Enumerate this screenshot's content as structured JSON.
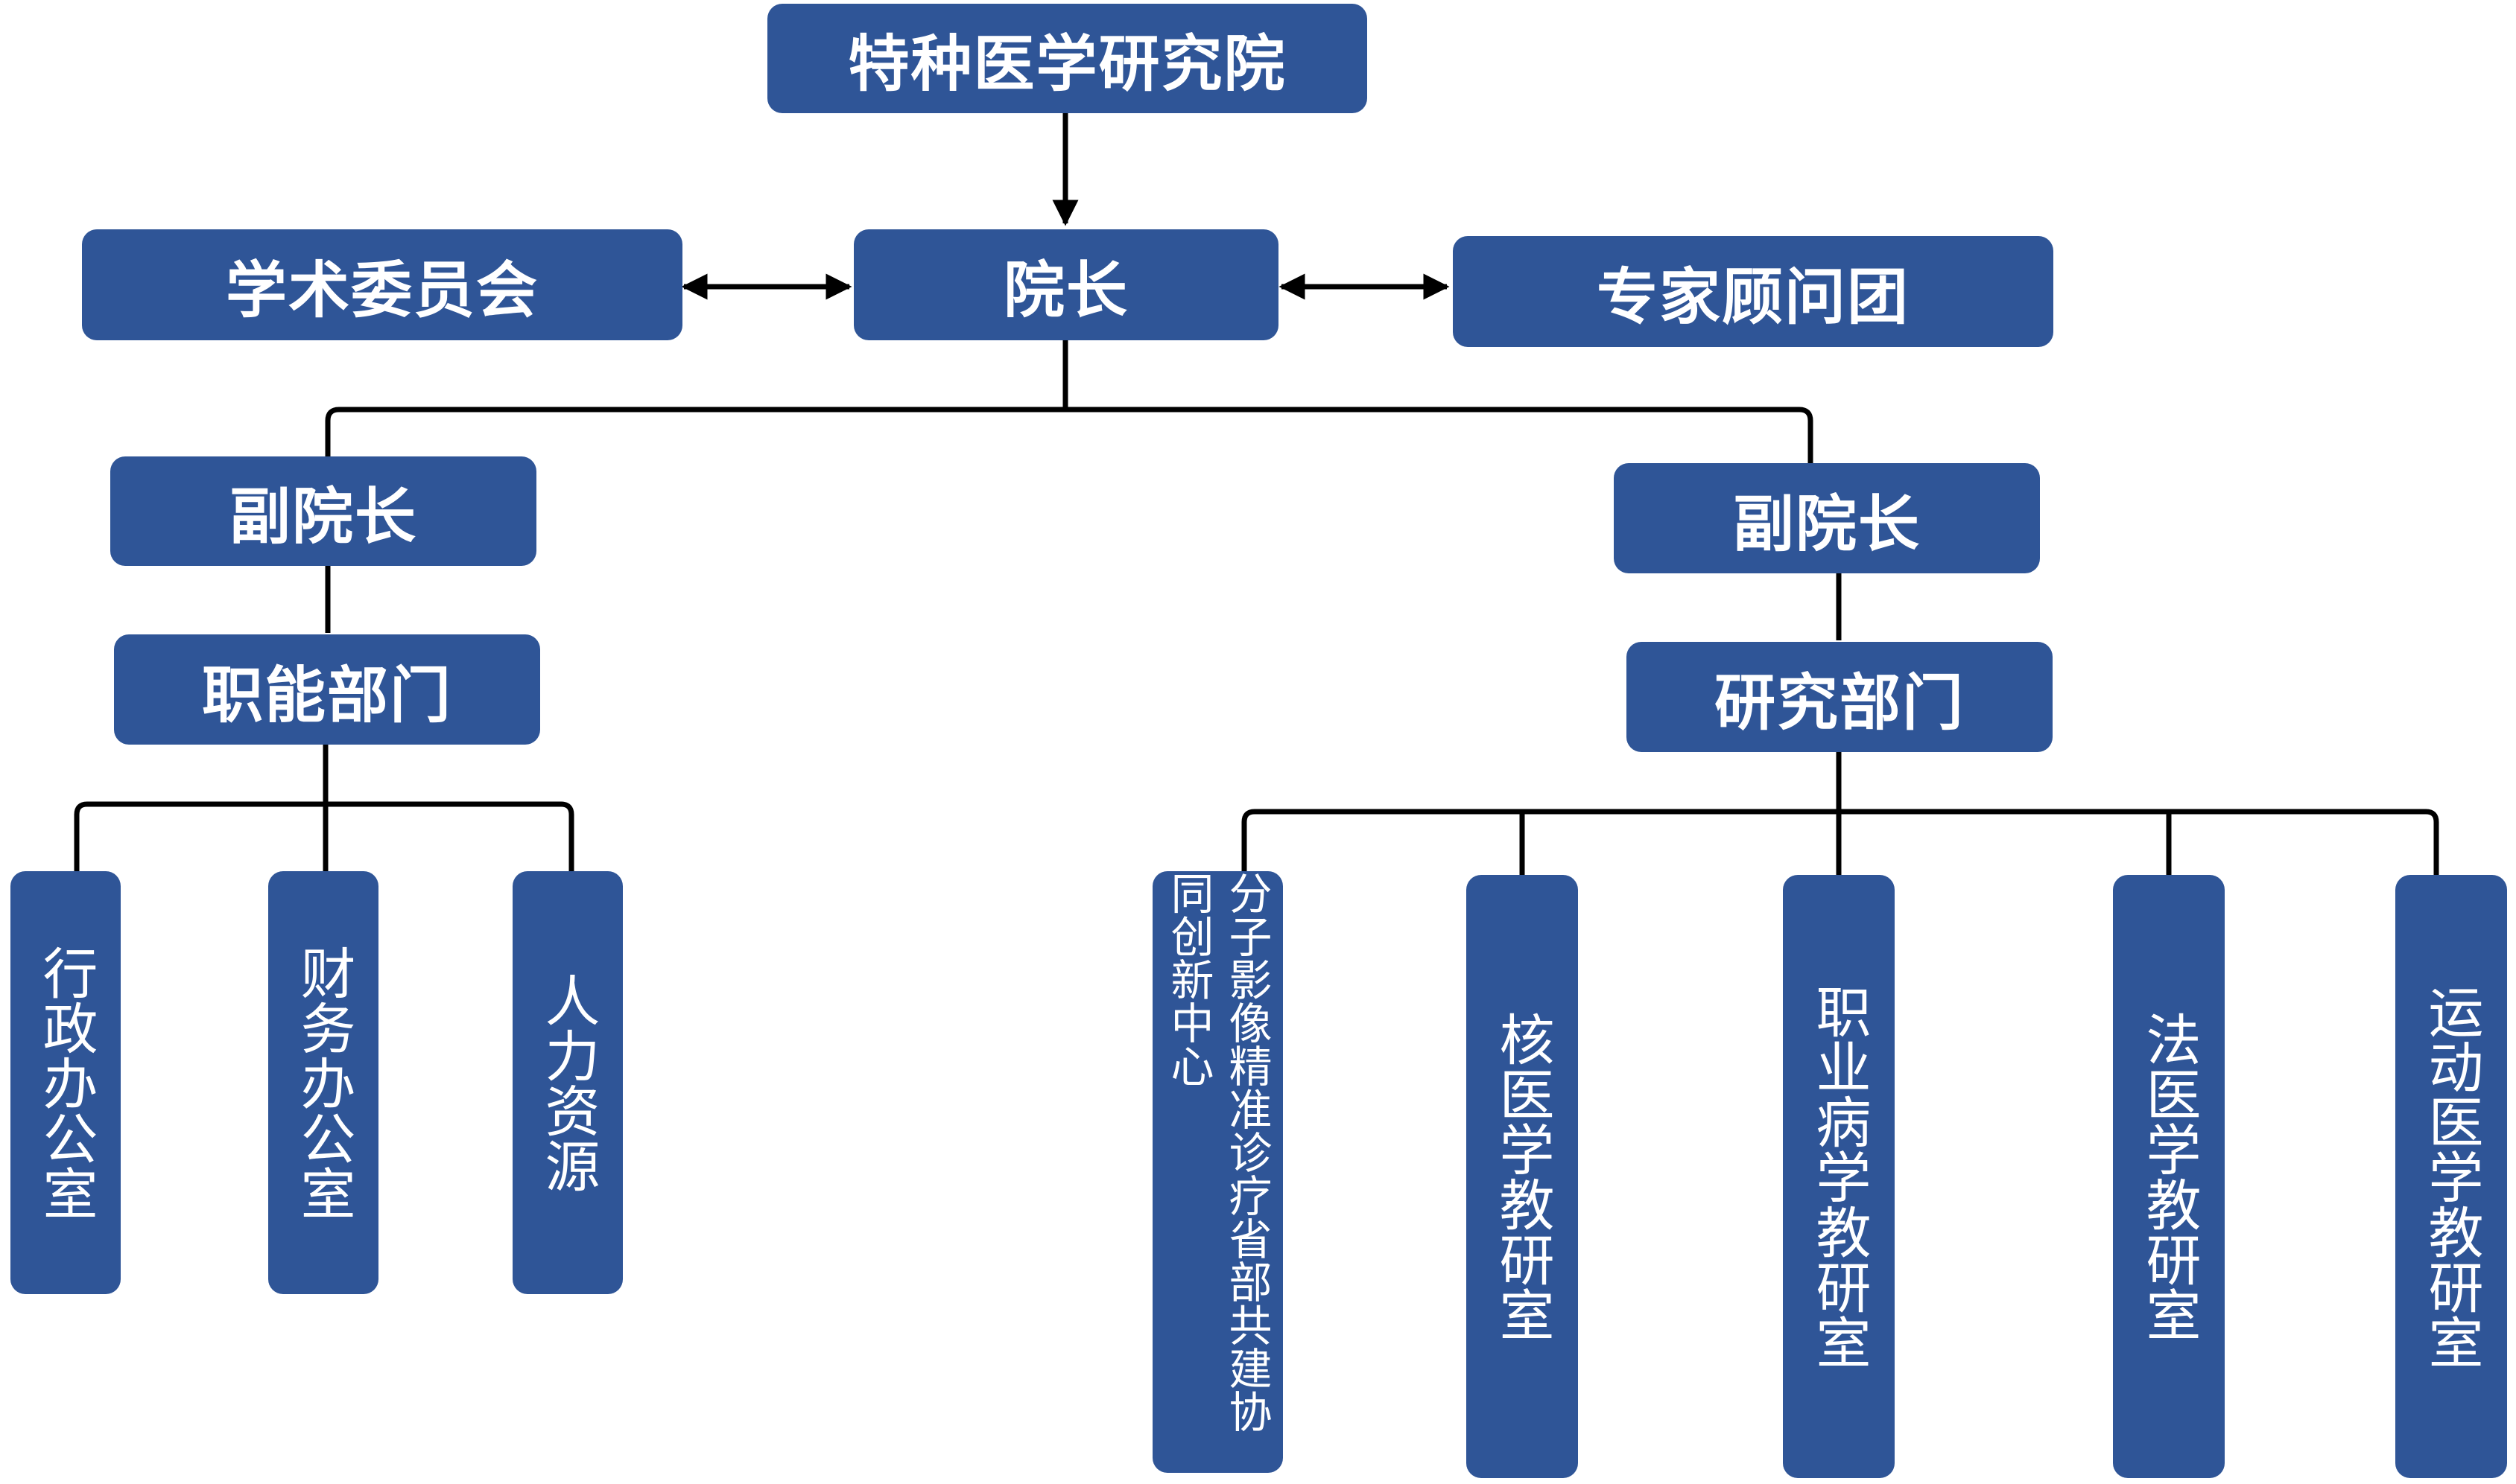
{
  "colors": {
    "box_fill": "#2f5597",
    "box_text": "#ffffff",
    "connector": "#000000"
  },
  "org": {
    "root": "特种医学研究院",
    "director": "院长",
    "academic_committee": "学术委员会",
    "expert_panel": "专家顾问团",
    "vp_left": "副院长",
    "vp_right": "副院长",
    "functional_dept": "职能部门",
    "research_dept": "研究部门",
    "functional_units": [
      "行政办公室",
      "财务办公室",
      "人力资源"
    ],
    "research_units": [
      "分子影像精准诊疗省部共建协同创新中心",
      "核医学教研室",
      "职业病学教研室",
      "法医学教研室",
      "运动医学教研室"
    ]
  }
}
